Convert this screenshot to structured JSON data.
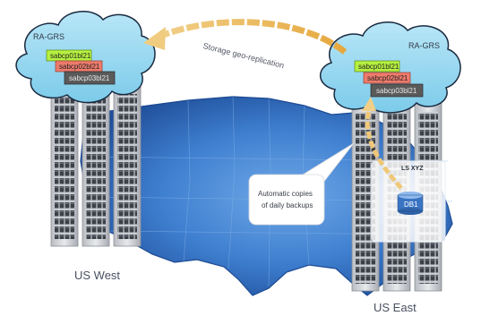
{
  "west": {
    "region_label": "US West",
    "cloud_label": "RA-GRS",
    "databases": [
      "sabcp01bl21",
      "sabcp02bl21",
      "sabcp03bl21"
    ]
  },
  "east": {
    "region_label": "US East",
    "cloud_label": "RA-GRS",
    "databases": [
      "sabcp01bl21",
      "sabcp02bl21",
      "sabcp03bl21"
    ],
    "server_label": "LS XYZ",
    "db_label": "DB1"
  },
  "replication_label": "Storage geo-replication",
  "callout_text": [
    "Automatic copies",
    "of daily backups"
  ],
  "colors": {
    "map_fill": "#2f6fc4",
    "cloud_fill": "#8fd4ef",
    "db1_color": "#b6f040",
    "db2_color": "#ee7b6c",
    "db3_color": "#5a5a5a",
    "arrow_color": "#e8b04a"
  }
}
